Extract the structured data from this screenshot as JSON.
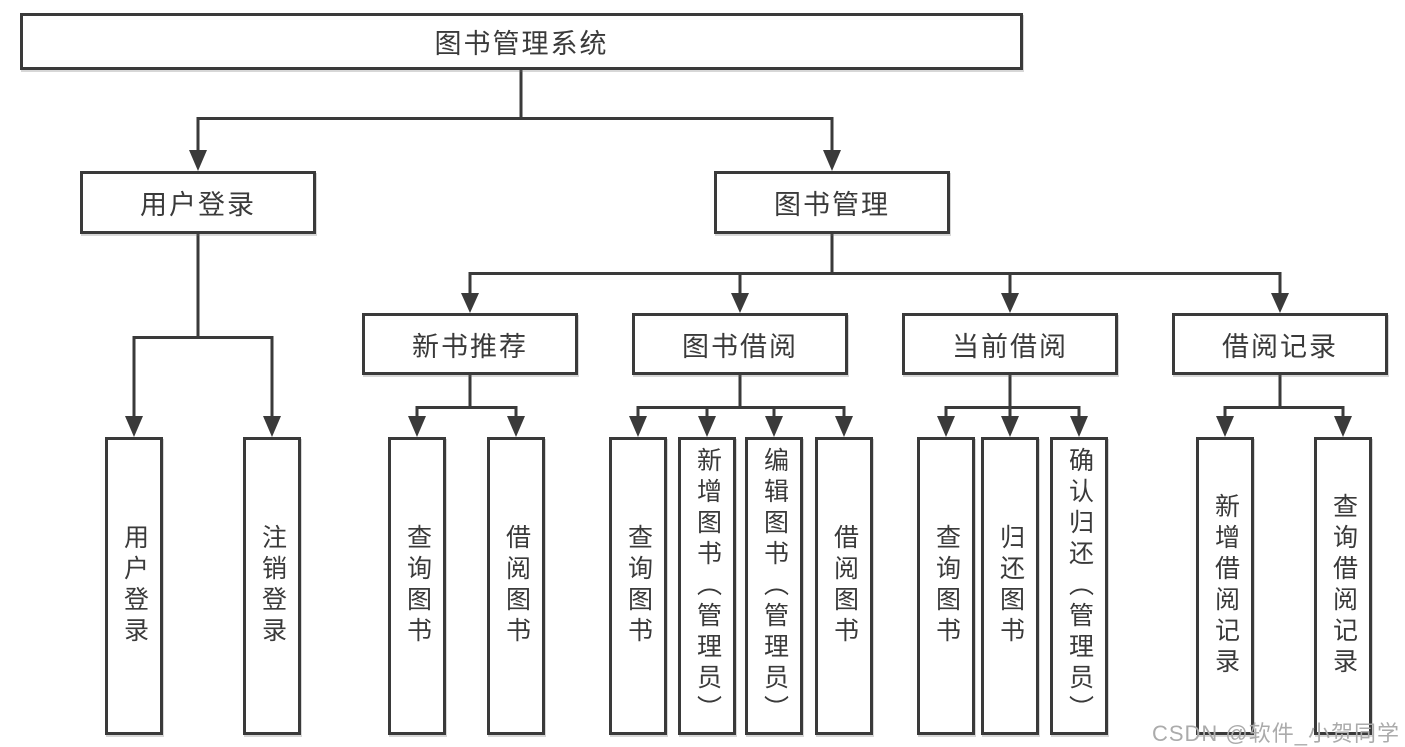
{
  "tree": {
    "root": {
      "label": "图书管理系统"
    },
    "branches": [
      {
        "label": "用户登录",
        "children": [
          {
            "label": "用户登录"
          },
          {
            "label": "注销登录"
          }
        ]
      },
      {
        "label": "图书管理",
        "sections": [
          {
            "label": "新书推荐",
            "children": [
              {
                "label": "查询图书"
              },
              {
                "label": "借阅图书"
              }
            ]
          },
          {
            "label": "图书借阅",
            "children": [
              {
                "label": "查询图书"
              },
              {
                "label": "新增图书（管理员）"
              },
              {
                "label": "编辑图书（管理员）"
              },
              {
                "label": "借阅图书"
              }
            ]
          },
          {
            "label": "当前借阅",
            "children": [
              {
                "label": "查询图书"
              },
              {
                "label": "归还图书"
              },
              {
                "label": "确认归还（管理员）"
              }
            ]
          },
          {
            "label": "借阅记录",
            "children": [
              {
                "label": "新增借阅记录"
              },
              {
                "label": "查询借阅记录"
              }
            ]
          }
        ]
      }
    ]
  },
  "watermark": {
    "text": "CSDN @软件_小贺同学"
  },
  "colors": {
    "line": "#3a3a3a",
    "text": "#3a3a3a",
    "box_border": "#3a3a3a",
    "background": "#ffffff",
    "watermark": "#ababab"
  }
}
